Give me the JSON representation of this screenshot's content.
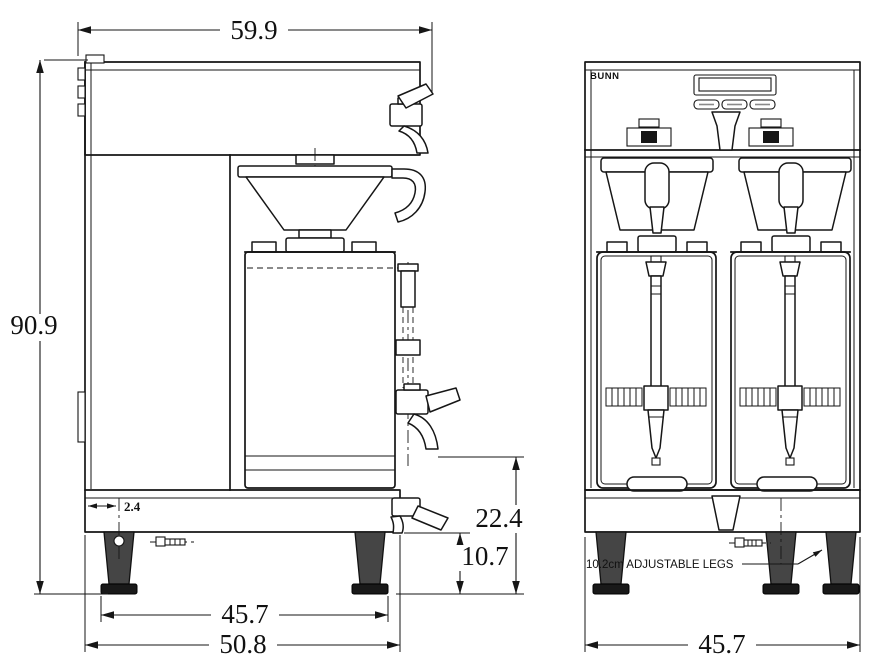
{
  "side_view": {
    "dim_top_depth": "59.9",
    "dim_overall_height": "90.9",
    "dim_leg_inset": "2.4",
    "dim_faucet_clearance": "22.4",
    "dim_leg_height": "10.7",
    "dim_leg_span": "45.7",
    "dim_base_depth": "50.8"
  },
  "front_view": {
    "brand": "BUNN",
    "legs_label": "10.2cm ADJUSTABLE LEGS",
    "dim_width": "45.7"
  }
}
